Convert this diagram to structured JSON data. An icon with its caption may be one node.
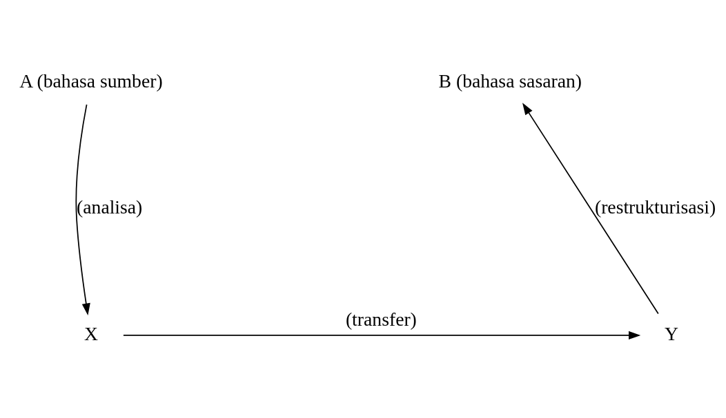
{
  "diagram": {
    "nodes": [
      {
        "text": [
          "A (bahasa sumber)"
        ]
      },
      {
        "text": [
          "B (bahasa sasaran)"
        ]
      },
      {
        "text": [
          "X"
        ]
      },
      {
        "text": [
          "Y"
        ]
      }
    ],
    "edges": [
      {
        "from": 0,
        "to": 2,
        "arrow": "to",
        "label": "(analisa)"
      },
      {
        "from": 2,
        "to": 3,
        "arrow": "to",
        "label": "(transfer)"
      },
      {
        "from": 3,
        "to": 1,
        "arrow": "to",
        "label": "(restrukturisasi)"
      }
    ]
  }
}
